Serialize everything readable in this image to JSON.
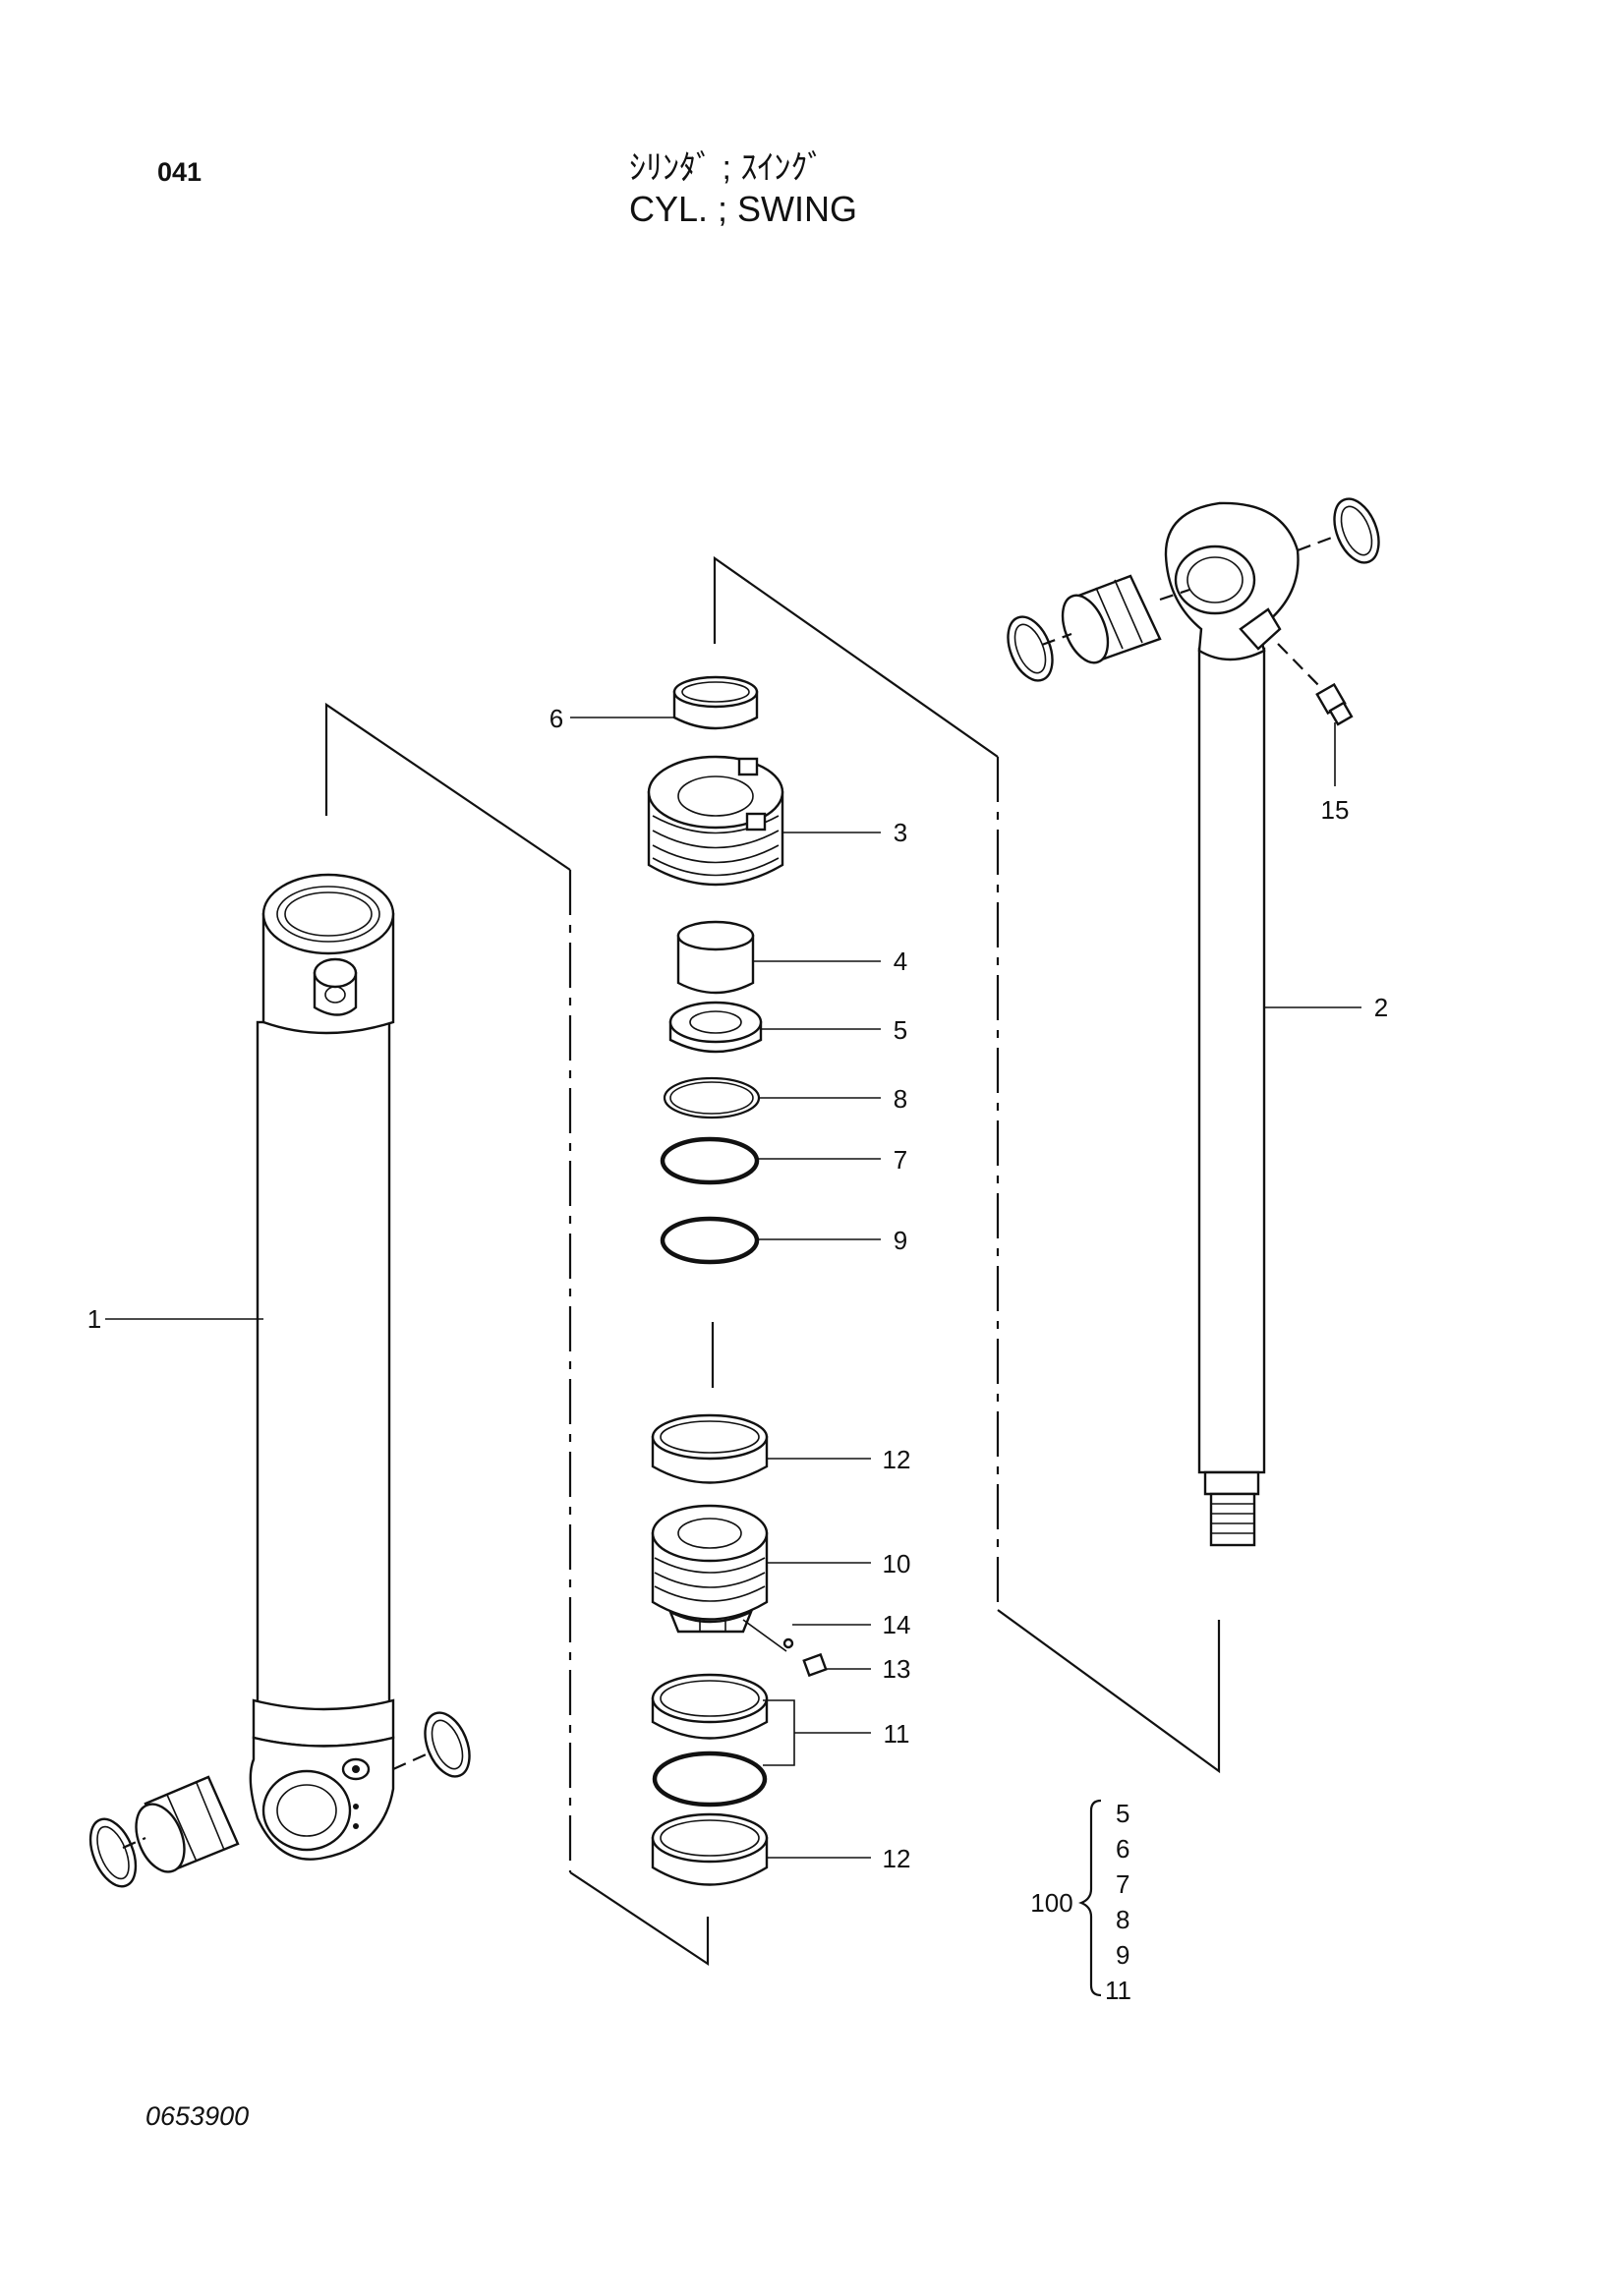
{
  "header": {
    "page_number": "041",
    "title_jp": "ｼﾘﾝﾀﾞ ; ｽｲﾝｸﾞ",
    "title_en": "CYL. ; SWING"
  },
  "footer": {
    "drawing_number": "0653900"
  },
  "callouts": {
    "p1": "1",
    "p2": "2",
    "p3": "3",
    "p4": "4",
    "p5": "5",
    "p6": "6",
    "p7": "7",
    "p8": "8",
    "p9": "9",
    "p10": "10",
    "p11": "11",
    "p12a": "12",
    "p12b": "12",
    "p13": "13",
    "p14": "14",
    "p15": "15"
  },
  "kit": {
    "label": "100",
    "items": [
      "5",
      "6",
      "7",
      "8",
      "9",
      "11"
    ]
  }
}
